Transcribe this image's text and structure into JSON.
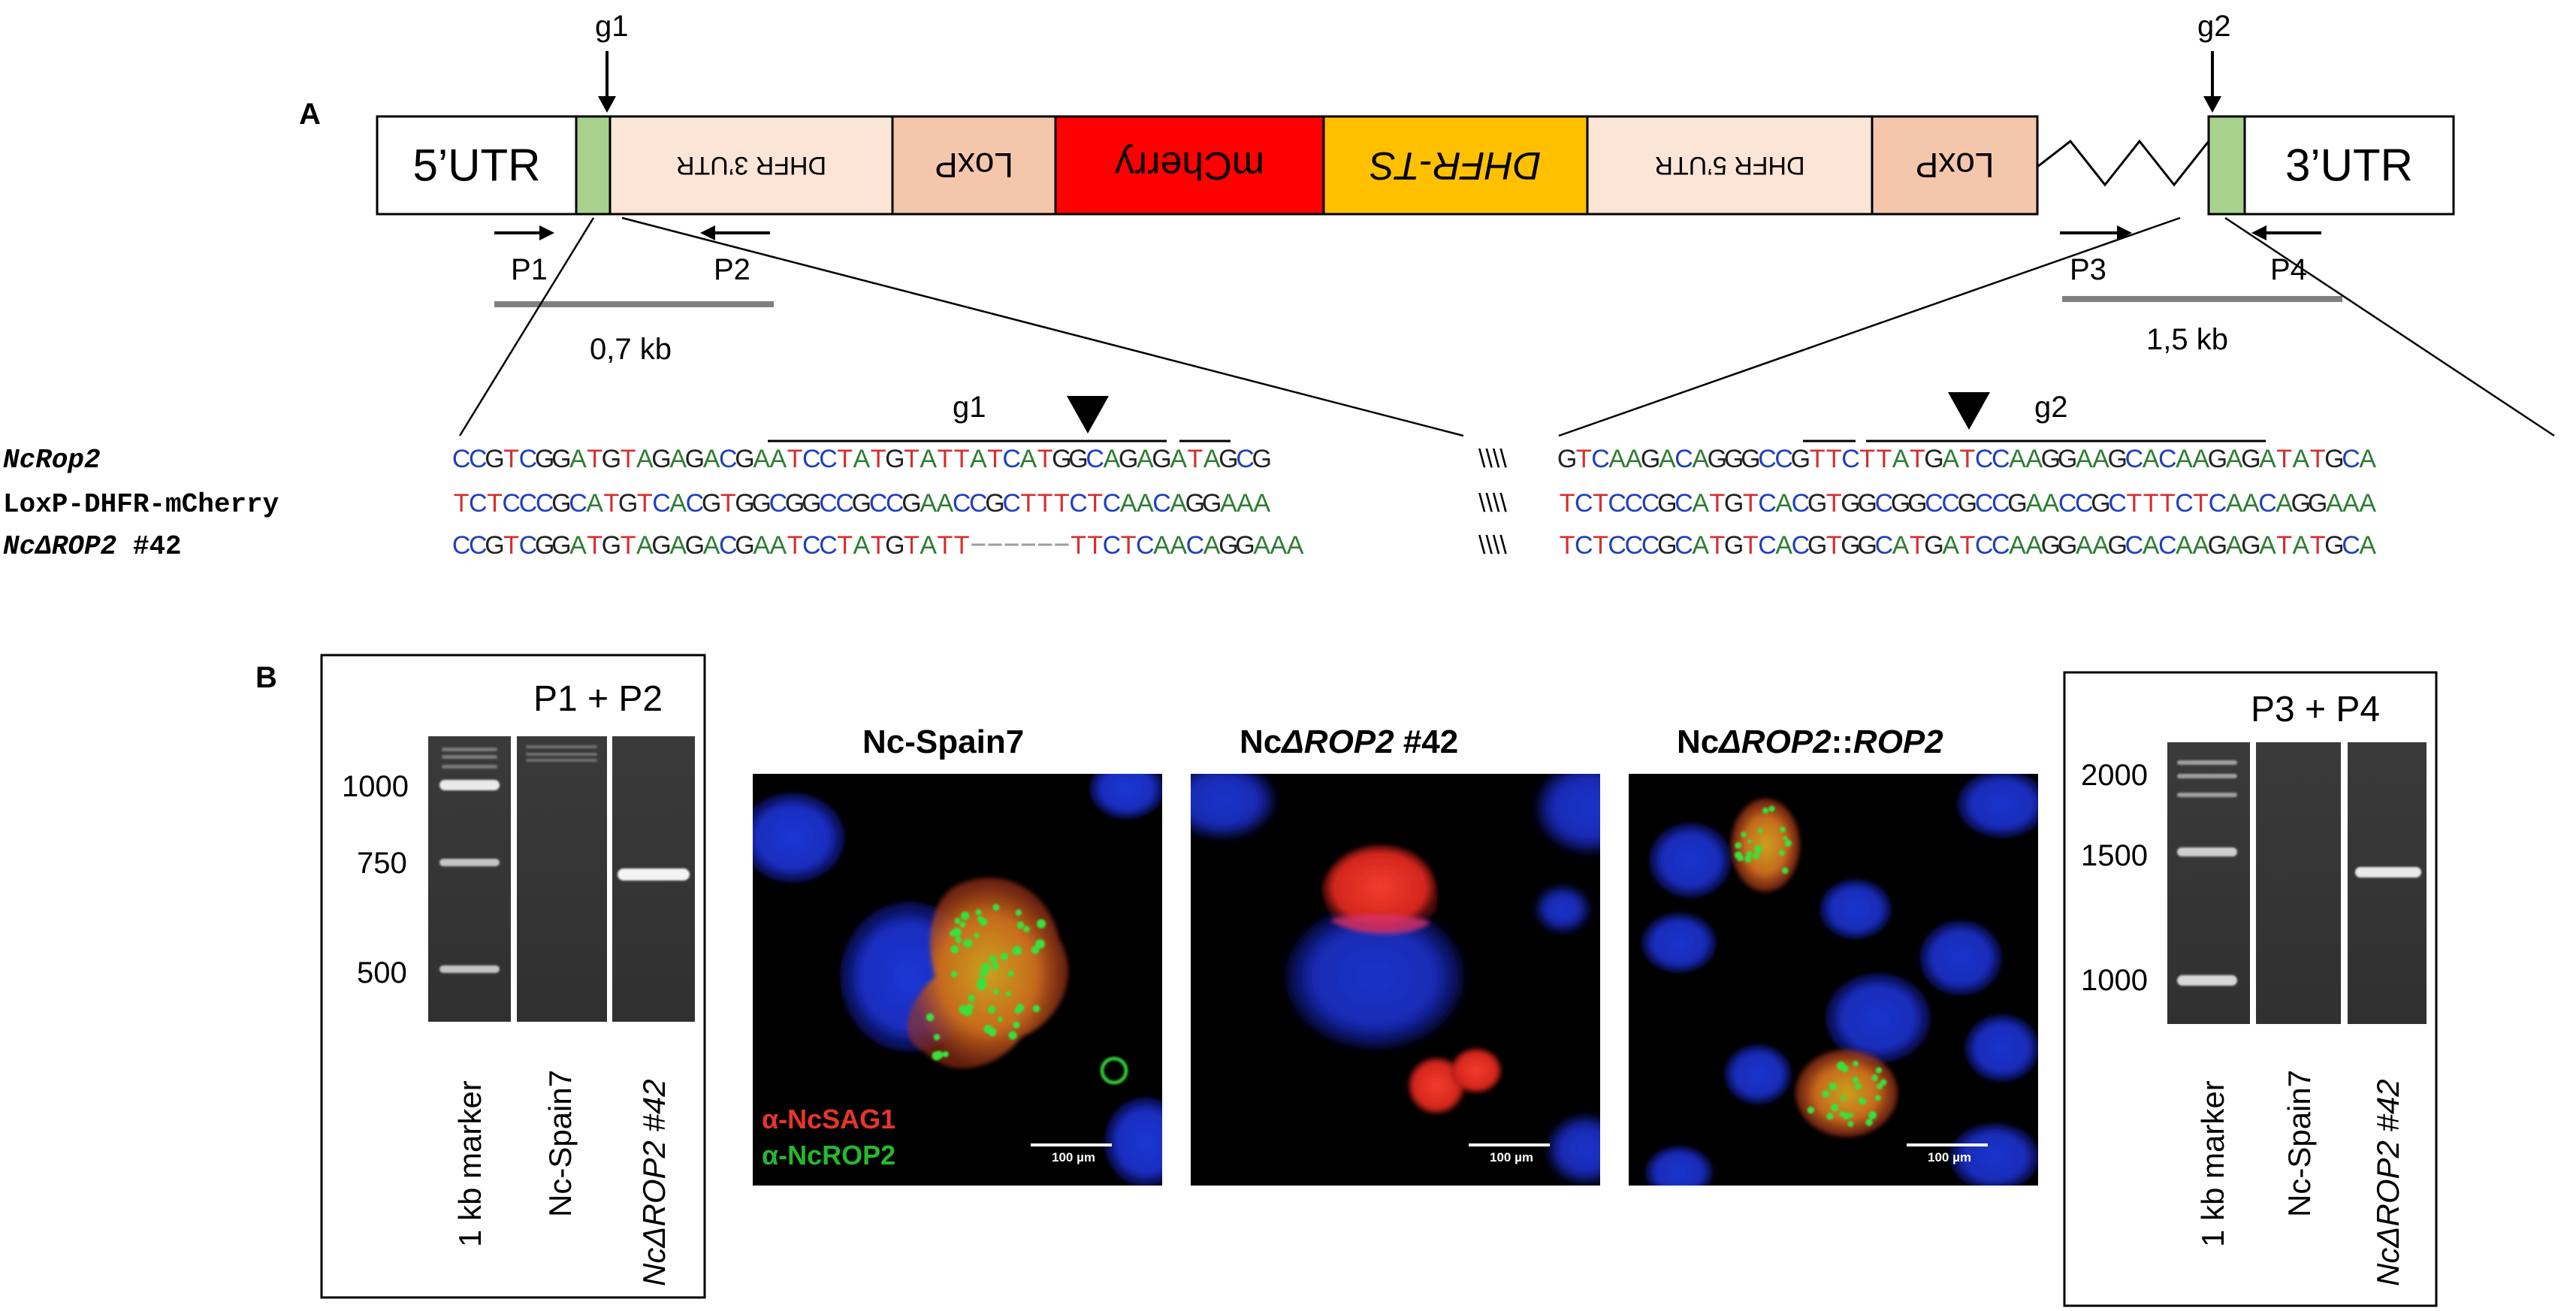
{
  "panel_a": {
    "label": "A",
    "construct": [
      {
        "label": "5’UTR",
        "fill": "#ffffff",
        "flipped": false,
        "italic": false
      },
      {
        "label": "",
        "fill": "#a9d18e",
        "flipped": false,
        "italic": false
      },
      {
        "label": "DHFR 3’UTR",
        "fill": "#fbe5d6",
        "flipped": true,
        "italic": false
      },
      {
        "label": "LoxP",
        "fill": "#f4c7ad",
        "flipped": true,
        "italic": false
      },
      {
        "label": "mCherry",
        "fill": "#ff0000",
        "flipped": true,
        "italic": false
      },
      {
        "label": "DHFR-TS",
        "fill": "#ffc000",
        "flipped": true,
        "italic": true
      },
      {
        "label": "DHFR 5’UTR",
        "fill": "#fbe5d6",
        "flipped": true,
        "italic": false
      },
      {
        "label": "LoxP",
        "fill": "#f4c7ad",
        "flipped": true,
        "italic": false
      },
      {
        "label": "",
        "fill": "#a9d18e",
        "flipped": false,
        "italic": false
      },
      {
        "label": "3’UTR",
        "fill": "#ffffff",
        "flipped": false,
        "italic": false
      }
    ],
    "guides": {
      "g1": "g1",
      "g2": "g2"
    },
    "primers": {
      "p1": "P1",
      "p2": "P2",
      "p3": "P3",
      "p4": "P4"
    },
    "amplicons": {
      "left": "0,7 kb",
      "right": "1,5 kb"
    },
    "colors": {
      "A": "#2e7d32",
      "C": "#1f3fbf",
      "G": "#222222",
      "T": "#d32f2f",
      "dash": "#9e9e9e"
    },
    "sequences": [
      {
        "name": "NcRop2",
        "style": "bold-italic",
        "left": "CCGTCGGATGTAGAGACGAATCCTATGTATTATCATGGCAGAGATAGCG",
        "right": "GTCAAGACAGGGCCGTTCTTATGATCCAAGGAAGCACAAGAGATATGCA"
      },
      {
        "name": "LoxP-DHFR-mCherry",
        "style": "bold",
        "left": "TCTCCCGCATGTCACGTGGCGGCCGCCGAACCGCTTTCTCAACAGGAAA",
        "right": "TCTCCCGCATGTCACGTGGCGGCCGCCGAACCGCTTTCTCAACAGGAAA"
      },
      {
        "name_italic": "NcΔROP2",
        "name_rest": " #42",
        "style": "bold-italic-mixed",
        "left": "CCGTCGGATGTAGAGACGAATCCTATGTATT------TTCTCAACAGGAAA",
        "right": "TCTCCCGCATGTCACGTGGCATGATCCAAGGAAGCACAAGAGATATGCA"
      }
    ],
    "sequence_separator": "\\\\\\\\"
  },
  "panel_b": {
    "label": "B",
    "gel_left": {
      "primers": "P1 + P2",
      "markers": [
        "1000",
        "750",
        "500"
      ],
      "lanes": [
        {
          "label": "1 kb marker",
          "italic": false
        },
        {
          "label": "Nc-Spain7",
          "italic": false
        },
        {
          "label": "NcΔROP2 #42",
          "italic": true
        }
      ],
      "product_bp": 700
    },
    "gel_right": {
      "primers": "P3 + P4",
      "markers": [
        "2000",
        "1500",
        "1000"
      ],
      "lanes": [
        {
          "label": "1 kb marker",
          "italic": false
        },
        {
          "label": "Nc-Spain7",
          "italic": false
        },
        {
          "label": "NcΔROP2 #42",
          "italic": true
        }
      ],
      "product_bp": 1400
    },
    "micrographs": [
      {
        "title_plain": "Nc-Spain7",
        "title_pre": "",
        "title_it": "",
        "title_mid": "",
        "title_it2": "",
        "title_post": ""
      },
      {
        "title_plain": "",
        "title_pre": "Nc",
        "title_it": "ΔROP2",
        "title_mid": " #42",
        "title_it2": "",
        "title_post": ""
      },
      {
        "title_plain": "",
        "title_pre": "Nc",
        "title_it": "ΔROP2",
        "title_mid": "::",
        "title_it2": "ROP2",
        "title_post": ""
      }
    ],
    "stain_legend": {
      "red": "α-NcSAG1",
      "green": "α-NcROP2"
    },
    "scale_bar": "100 µm",
    "stain_colors": {
      "red": "#e8352b",
      "green": "#26b82e"
    }
  }
}
